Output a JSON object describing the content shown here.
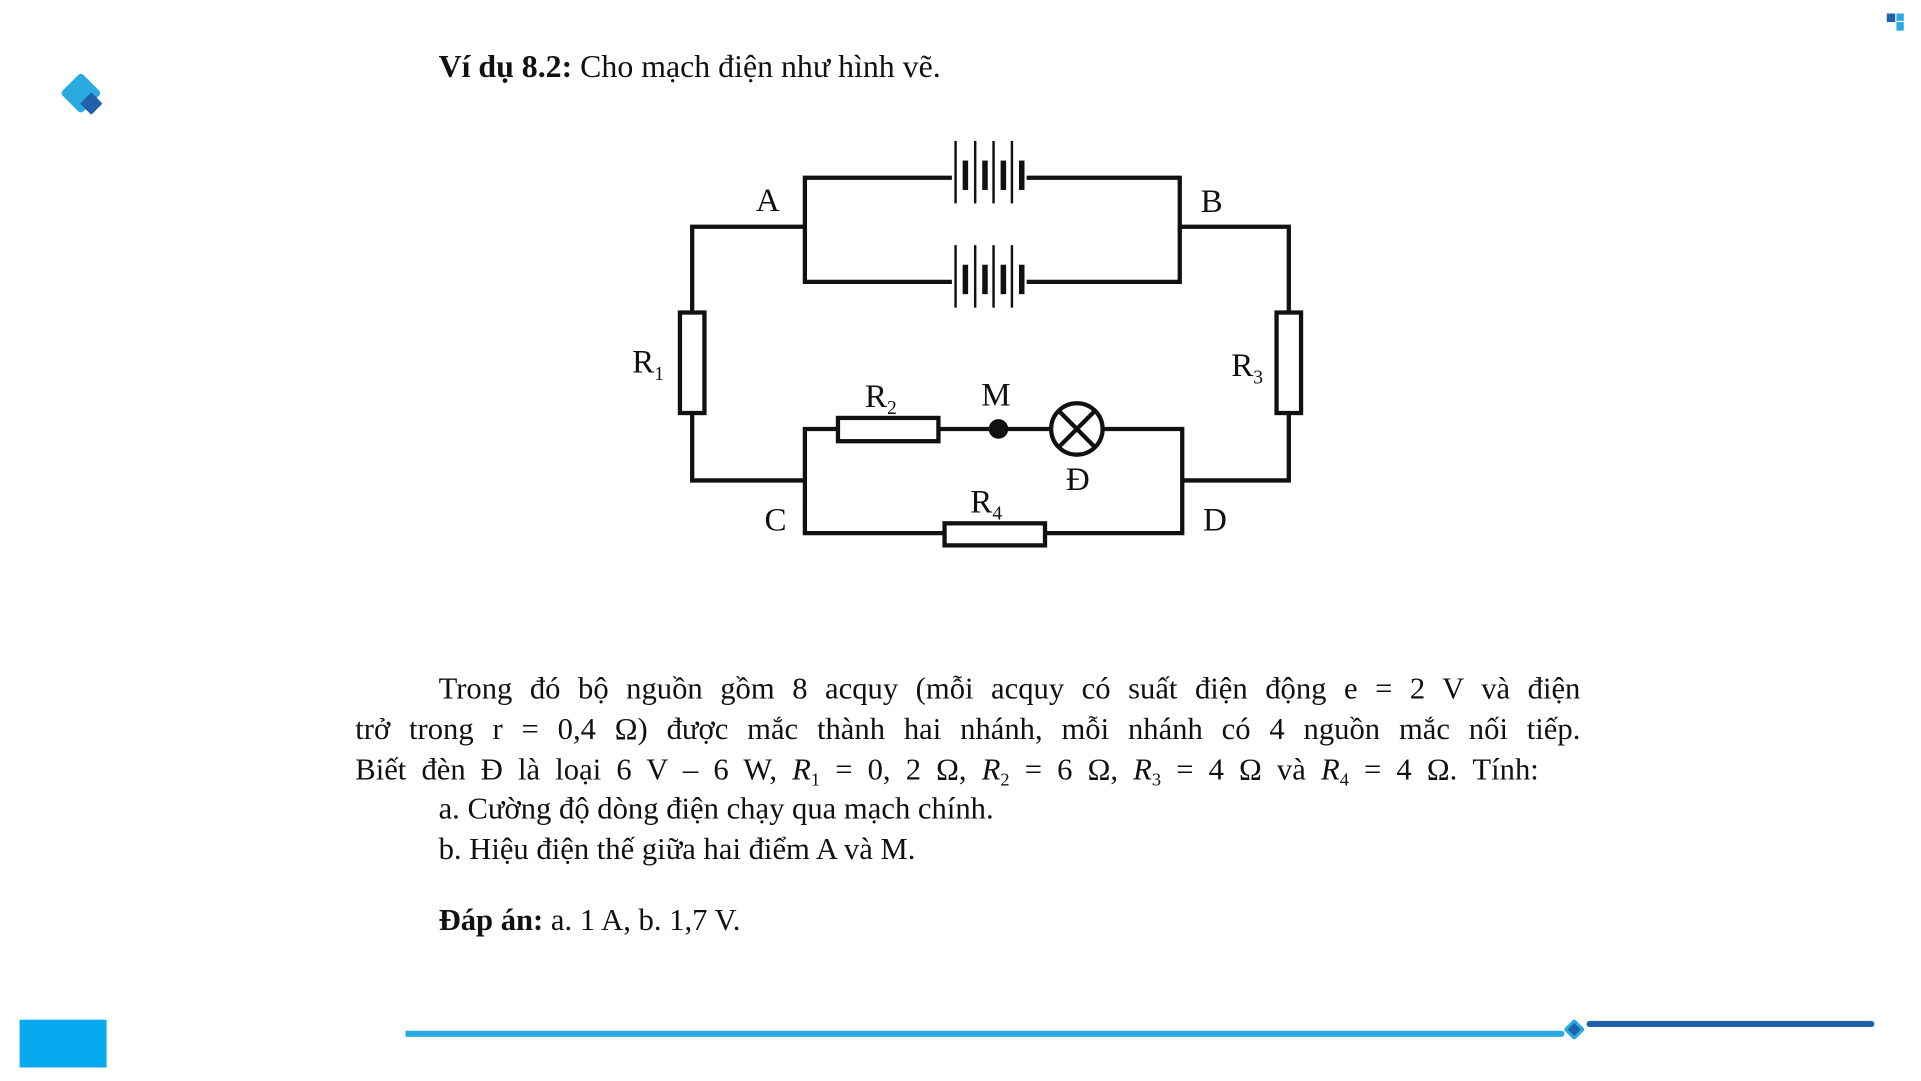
{
  "title": {
    "label": "Ví dụ 8.2:",
    "text": "Cho mạch điện như hình vẽ."
  },
  "circuit": {
    "nodes": {
      "A": "A",
      "B": "B",
      "C": "C",
      "D": "D",
      "M": "M"
    },
    "lamp_label": "Đ",
    "resistors": [
      {
        "name": "R",
        "sub": "1"
      },
      {
        "name": "R",
        "sub": "2"
      },
      {
        "name": "R",
        "sub": "3"
      },
      {
        "name": "R",
        "sub": "4"
      }
    ]
  },
  "body": {
    "line1": "Trong đó bộ nguồn gồm 8 acquy (mỗi acquy có suất điện động e = 2 V và điện",
    "line2": "trở trong r = 0,4 Ω) được mắc thành hai nhánh, mỗi nhánh có 4 nguồn mắc nối tiếp.",
    "line3": {
      "p0": "Biết đèn Đ là loại 6 V – 6 W,",
      "r": "R",
      "s1": "1",
      "v1": " = 0, 2 Ω,",
      "s2": "2",
      "v2": " = 6 Ω,",
      "s3": "3",
      "v3": " = 4 Ω và",
      "s4": "4",
      "v4": " = 4 Ω. Tính:"
    },
    "qa": "a. Cường độ dòng điện chạy qua mạch chính.",
    "qb": "b. Hiệu điện thế giữa hai điểm A và M."
  },
  "answer": {
    "label": "Đáp án:",
    "text": "a. 1 A, b. 1,7 V."
  },
  "colors": {
    "light_blue": "#29abe2",
    "dark_blue": "#2160ab",
    "box_blue": "#09a9ef"
  }
}
